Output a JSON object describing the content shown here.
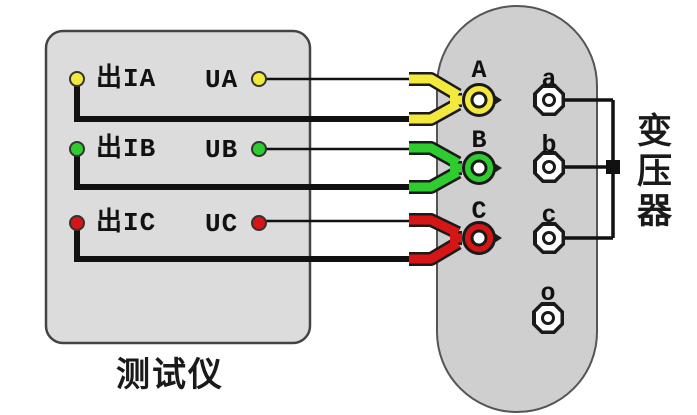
{
  "colors": {
    "phase_a": "#f2e93c",
    "phase_b": "#2fcc30",
    "phase_c": "#d61616",
    "wire": "#111111",
    "tester_fill": "#dcdcdc",
    "transformer_fill": "#cfcfcf"
  },
  "tester": {
    "caption": "测试仪",
    "rows": [
      {
        "current_label": "出IA",
        "voltage_label": "UA",
        "phase": "A"
      },
      {
        "current_label": "出IB",
        "voltage_label": "UB",
        "phase": "B"
      },
      {
        "current_label": "出IC",
        "voltage_label": "UC",
        "phase": "C"
      }
    ]
  },
  "transformer": {
    "caption": "变压器",
    "clamps": [
      {
        "label": "A"
      },
      {
        "label": "B"
      },
      {
        "label": "C"
      }
    ],
    "terminals": [
      {
        "label": "a"
      },
      {
        "label": "b"
      },
      {
        "label": "c"
      },
      {
        "label": "o"
      }
    ]
  }
}
